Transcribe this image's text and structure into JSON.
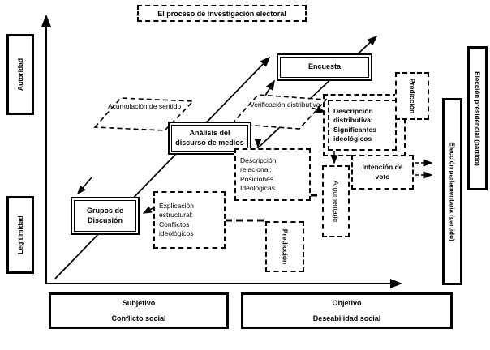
{
  "title": "El proceso de investigación electoral",
  "axis_labels": {
    "y_top": "Autoridad",
    "y_bottom": "Legitimidad",
    "x_left": {
      "line1": "Subjetivo",
      "line2": "Conflicto social"
    },
    "x_right": {
      "line1": "Objetivo",
      "line2": "Deseabilidad social"
    },
    "right_outer": "Elección presidencial (partido)",
    "right_inner": "Elección parlamentaria (partido)"
  },
  "nodes": {
    "encuesta": "Encuesta",
    "analisis_discurso": "Análisis del discurso de medios",
    "grupos_discusion": "Grupos de Discusión",
    "acumulacion": "Acumulación de sentido",
    "verificacion": "Verificación distributiva",
    "descripcion_distributiva": "Descripción distributiva: Significantes ideológicos",
    "descripcion_relacional": "Descripción relacional: Posiciones Ideológicas",
    "explicacion_estructural": "Explicación estructural: Conflictos ideológicos",
    "intencion_voto": "Intención de voto",
    "argumentario": "Argumentario",
    "prediccion_top": "Predicción",
    "prediccion_bottom": "Predicción"
  },
  "colors": {
    "ink": "#000000",
    "background": "#ffffff"
  }
}
